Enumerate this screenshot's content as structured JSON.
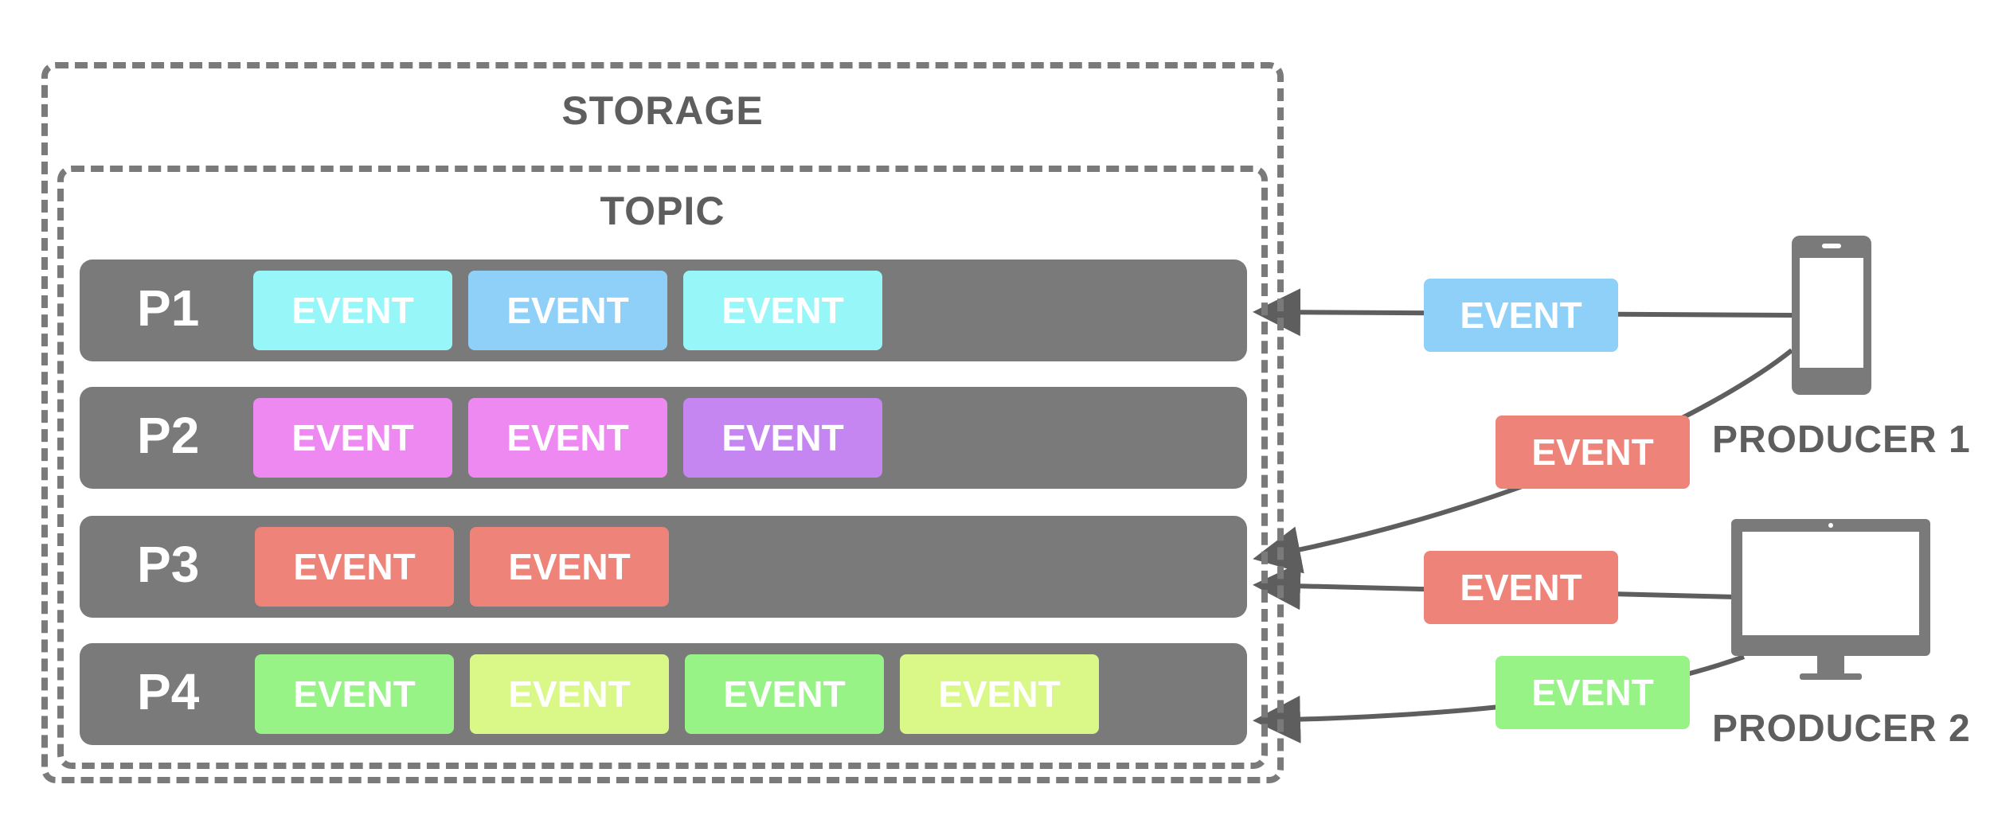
{
  "storage": {
    "title": "STORAGE"
  },
  "topic": {
    "title": "TOPIC"
  },
  "event_label": "EVENT",
  "partitions": [
    {
      "label": "P1",
      "events": [
        "#97f7f8",
        "#8ed0f8",
        "#97f7f8"
      ]
    },
    {
      "label": "P2",
      "events": [
        "#ee89f2",
        "#ee89f2",
        "#c586f2"
      ]
    },
    {
      "label": "P3",
      "events": [
        "#ee8479",
        "#ee8479"
      ]
    },
    {
      "label": "P4",
      "events": [
        "#97f386",
        "#daf888",
        "#97f386",
        "#daf888"
      ]
    }
  ],
  "producers": [
    {
      "label": "PRODUCER 1",
      "icon": "smartphone-icon"
    },
    {
      "label": "PRODUCER 2",
      "icon": "monitor-icon"
    }
  ],
  "in_flight_events": [
    {
      "color": "#8ed0f8",
      "target": "P1",
      "from": "PRODUCER 1"
    },
    {
      "color": "#ee8479",
      "target": "P3",
      "from": "PRODUCER 1"
    },
    {
      "color": "#ee8479",
      "target": "P3",
      "from": "PRODUCER 2"
    },
    {
      "color": "#97f386",
      "target": "P4",
      "from": "PRODUCER 2"
    }
  ],
  "colors": {
    "partition": "#7a7a7a",
    "border": "#7a7a7a",
    "text": "#5e5e5e",
    "arrow": "#5e5e5e"
  }
}
